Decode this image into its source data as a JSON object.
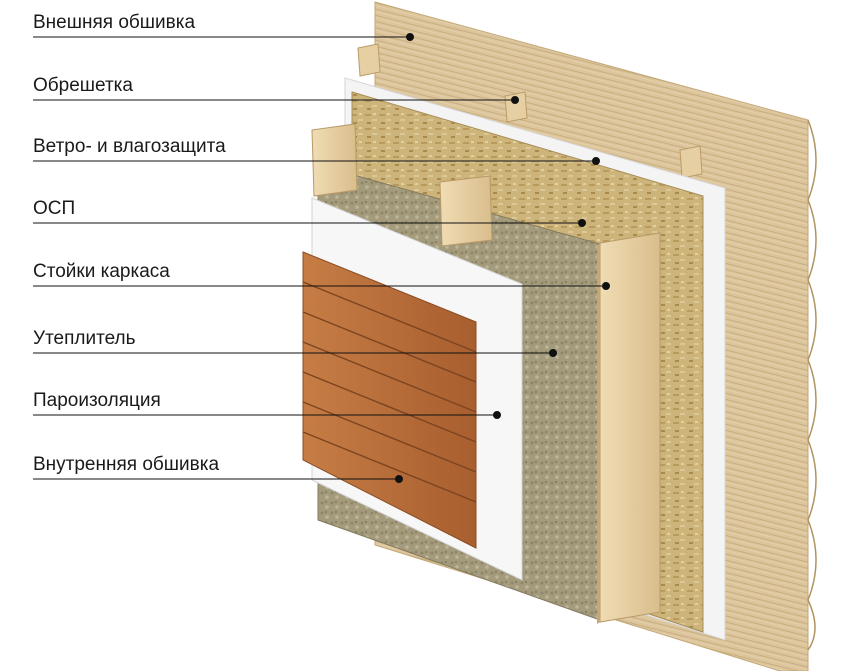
{
  "labels": [
    "Внешняя обшивка",
    "Обрешетка",
    "Ветро- и влагозащита",
    "ОСП",
    "Стойки каркаса",
    "Утеплитель",
    "Пароизоляция",
    "Внутренняя обшивка"
  ],
  "colors": {
    "log_siding": "#dcc59c",
    "osb": "#cdb47a",
    "membrane": "#f4f4f4",
    "insulation": "#a49b7c",
    "stud": "#e8d2a8",
    "inner_lining": "#b96e3a",
    "leader": "#111111"
  }
}
